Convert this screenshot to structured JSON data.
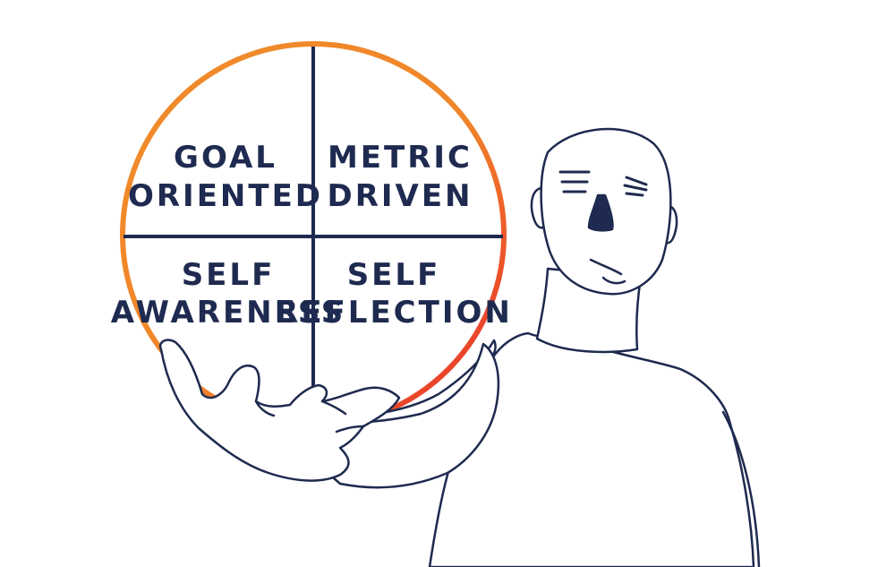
{
  "diagram": {
    "quadrants": [
      {
        "line1": "GOAL",
        "line2": "ORIENTED"
      },
      {
        "line1": "METRIC",
        "line2": "DRIVEN"
      },
      {
        "line1": "SELF",
        "line2": "AWARENESS"
      },
      {
        "line1": "SELF",
        "line2": "REFLECTION"
      }
    ]
  },
  "colors": {
    "ring_start": "#f08c2a",
    "ring_end": "#e8262a",
    "ink": "#1e2a4f"
  }
}
